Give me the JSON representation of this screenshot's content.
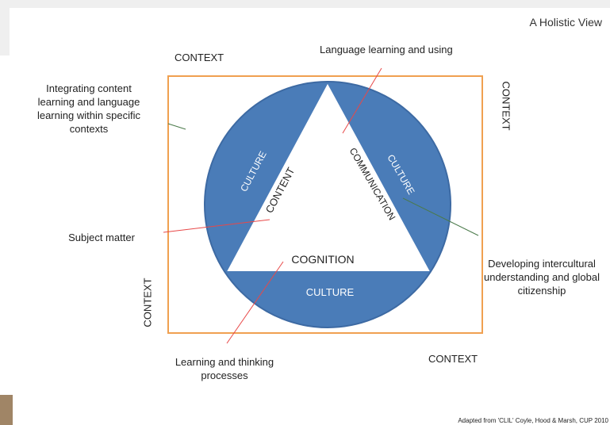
{
  "title": "A Holistic View",
  "context_labels": {
    "top_left": "CONTEXT",
    "right_vertical": "CONTEXT",
    "left_vertical": "CONTEXT",
    "bottom_right": "CONTEXT"
  },
  "culture_labels": {
    "left": "CULTURE",
    "right": "CULTURE",
    "bottom": "CULTURE"
  },
  "triangle_labels": {
    "content": "CONTENT",
    "communication": "COMMUNICATION",
    "cognition": "COGNITION"
  },
  "callouts": {
    "language": "Language learning and using",
    "integrating": "Integrating content learning and language learning within specific contexts",
    "subject": "Subject matter",
    "intercultural": "Developing intercultural understanding and global citizenship",
    "thinking": "Learning and thinking processes"
  },
  "credit": "Adapted from 'CLIL' Coyle, Hood & Marsh, CUP 2010",
  "colors": {
    "culture_fill": "#4a7cb8",
    "frame": "#f0a050",
    "pointer_red": "#e84848",
    "pointer_green": "#4a7a4a"
  }
}
